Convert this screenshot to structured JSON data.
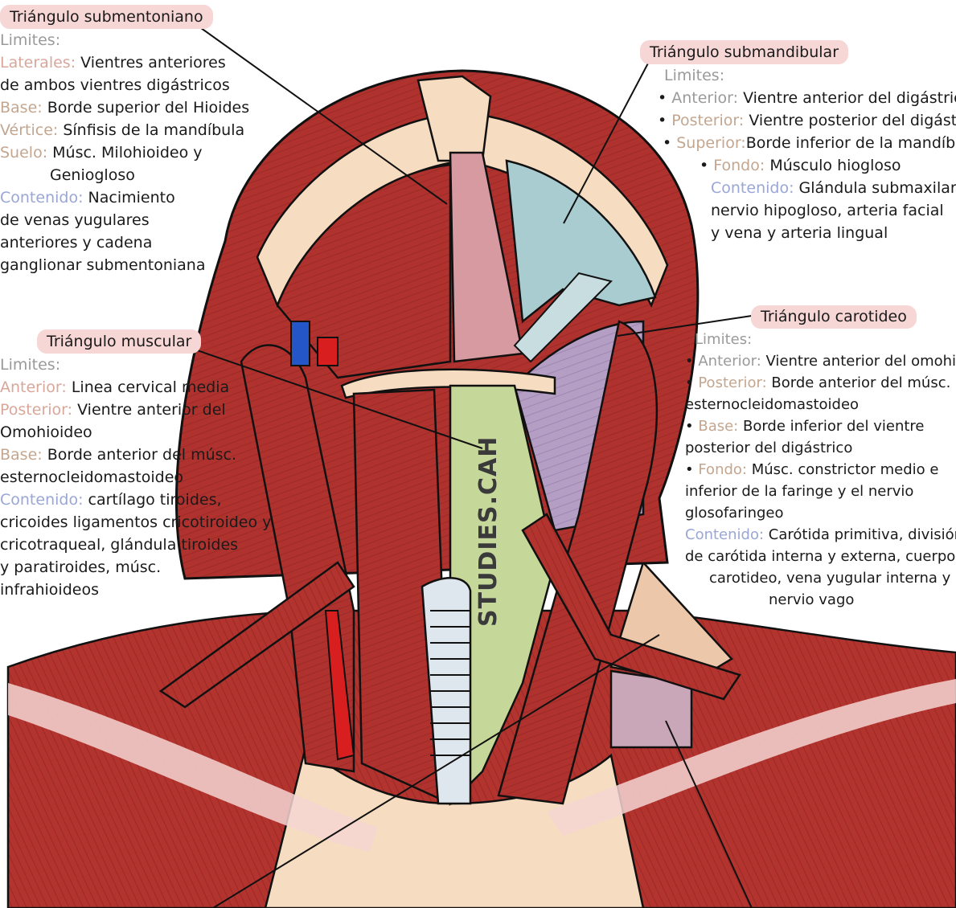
{
  "watermark": "STUDIES.CAH",
  "colors": {
    "muscle": "#b0322e",
    "muscle_dark": "#8d2422",
    "bone": "#f6dcc0",
    "gland": "#a9ccd0",
    "purple": "#b49ec3",
    "thyroid": "#c6d79a",
    "trachea": "#dfe7ee",
    "artery": "#d81e1e",
    "vein": "#2456c8"
  },
  "submentoniano": {
    "title": "Triángulo submentoniano",
    "limites": "Limites:",
    "lat_key": "Laterales:",
    "lat_val": "Vientres anteriores",
    "lat_val2": "de ambos vientres digástricos",
    "base_key": "Base:",
    "base_val": "Borde superior del Hioides",
    "vert_key": "Vértice:",
    "vert_val": "Sínfisis de la mandíbula",
    "suelo_key": "Suelo:",
    "suelo_val": "Músc. Milohioideo y",
    "suelo_val2": "Geniogloso",
    "cont_key": "Contenido:",
    "cont_val": "Nacimiento",
    "cont_val2": "de venas yugulares",
    "cont_val3": "anteriores y cadena",
    "cont_val4": "ganglionar submentoniana"
  },
  "submandibular": {
    "title": "Triángulo submandibular",
    "limites": "Limites:",
    "ant_key": "Anterior:",
    "ant_val": "Vientre anterior del digástrico",
    "post_key": "Posterior:",
    "post_val": "Vientre posterior del digástrico",
    "sup_key": "Superior:",
    "sup_val": "Borde inferior de la mandíbula",
    "fondo_key": "Fondo:",
    "fondo_val": "Músculo hiogloso",
    "cont_key": "Contenido:",
    "cont_val": "Glándula submaxilar,",
    "cont_val2": "nervio hipogloso, arteria facial",
    "cont_val3": "y vena y arteria lingual"
  },
  "muscular": {
    "title": "Triángulo muscular",
    "limites": "Limites:",
    "ant_key": "Anterior:",
    "ant_val": "Linea cervical media",
    "post_key": "Posterior:",
    "post_val": "Vientre anterior del",
    "post_val2": "Omohioideo",
    "base_key": "Base:",
    "base_val": "Borde anterior del músc.",
    "base_val2": "esternocleidomastoideo",
    "cont_key": "Contenido:",
    "cont_val": "cartílago tiroides,",
    "cont_val2": "cricoides ligamentos cricotiroideo y",
    "cont_val3": "cricotraqueal, glándula tiroides",
    "cont_val4": "y paratiroides, músc.",
    "cont_val5": "infrahioideos"
  },
  "carotideo": {
    "title": "Triángulo carotideo",
    "limites": "Limites:",
    "ant_key": "Anterior:",
    "ant_val": "Vientre anterior del omohioideo",
    "post_key": "Posterior:",
    "post_val": "Borde anterior del músc.",
    "post_val2": "esternocleidomastoideo",
    "base_key": "Base:",
    "base_val": "Borde inferior del vientre",
    "base_val2": "posterior del digástrico",
    "fondo_key": "Fondo:",
    "fondo_val": "Músc. constrictor medio e",
    "fondo_val2": "inferior de la faringe y el nervio",
    "fondo_val3": "glosofaringeo",
    "cont_key": "Contenido:",
    "cont_val": "Carótida primitiva, división",
    "cont_val2": "de carótida interna y externa, cuerpo",
    "cont_val3": "carotideo, vena yugular interna y",
    "cont_val4": "nervio vago"
  }
}
